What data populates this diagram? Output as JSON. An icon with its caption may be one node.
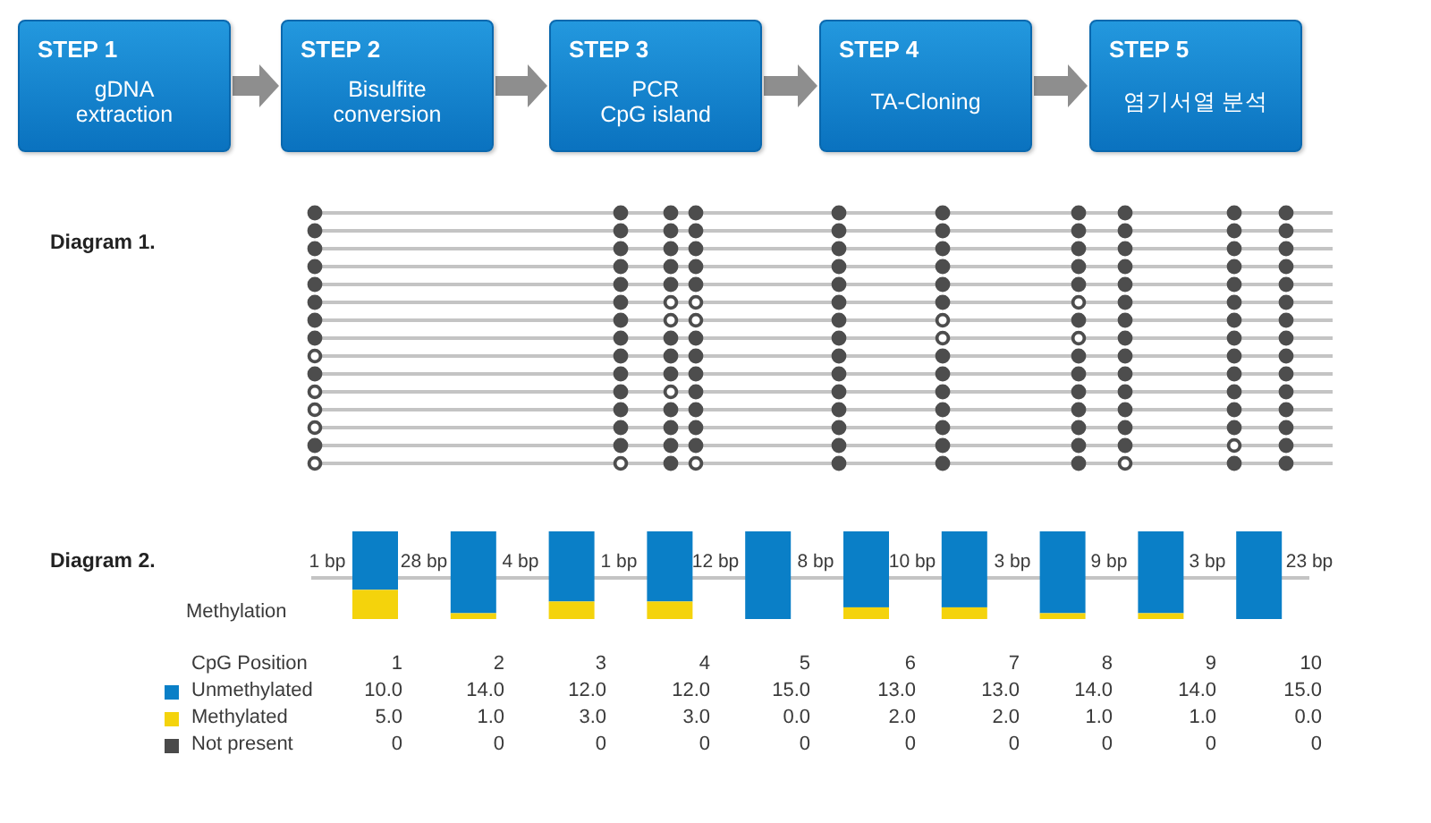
{
  "diagram": {
    "nodes": [
      {
        "text": [
          "STEP 1",
          "gDNA extraction"
        ]
      },
      {
        "text": [
          "STEP 2",
          "Bisulfite conversion"
        ]
      },
      {
        "text": [
          "STEP 3",
          "PCR CpG island"
        ]
      },
      {
        "text": [
          "STEP 4",
          "TA-Cloning"
        ]
      },
      {
        "text": [
          "STEP 5",
          "염기서열 분석"
        ]
      }
    ],
    "edges": [
      {
        "from": 0,
        "to": 1,
        "arrow": "to"
      },
      {
        "from": 1,
        "to": 2,
        "arrow": "to"
      },
      {
        "from": 2,
        "to": 3,
        "arrow": "to"
      },
      {
        "from": 3,
        "to": 4,
        "arrow": "to"
      }
    ],
    "labels": [
      "Diagram 1.",
      "Diagram 2.",
      "1 bp",
      "28 bp",
      "4 bp",
      "1 bp",
      "12 bp",
      "8 bp",
      "10 bp",
      "3 bp",
      "9 bp",
      "3 bp",
      "23 bp",
      "Methylation",
      "CpG Position",
      "1",
      "2",
      "3",
      "4",
      "5",
      "6",
      "7",
      "8",
      "9",
      "10",
      "10.0",
      "14.0",
      "12.0",
      "12.0",
      "15.0",
      "13.0",
      "13.0",
      "14.0",
      "14.0",
      "15.0",
      "5.0",
      "1.0",
      "3.0",
      "3.0",
      "0.0",
      "2.0",
      "2.0",
      "1.0",
      "1.0",
      "0.0",
      "0",
      "0",
      "0",
      "0",
      "0",
      "0",
      "0",
      "0",
      "0",
      "0"
    ],
    "legend": [
      {
        "text": "Unmethylated",
        "color": "#0a7fc7"
      },
      {
        "text": "Methylated",
        "color": "#f4d30c"
      },
      {
        "text": "Not present",
        "color": "#4a4a4a"
      }
    ]
  }
}
